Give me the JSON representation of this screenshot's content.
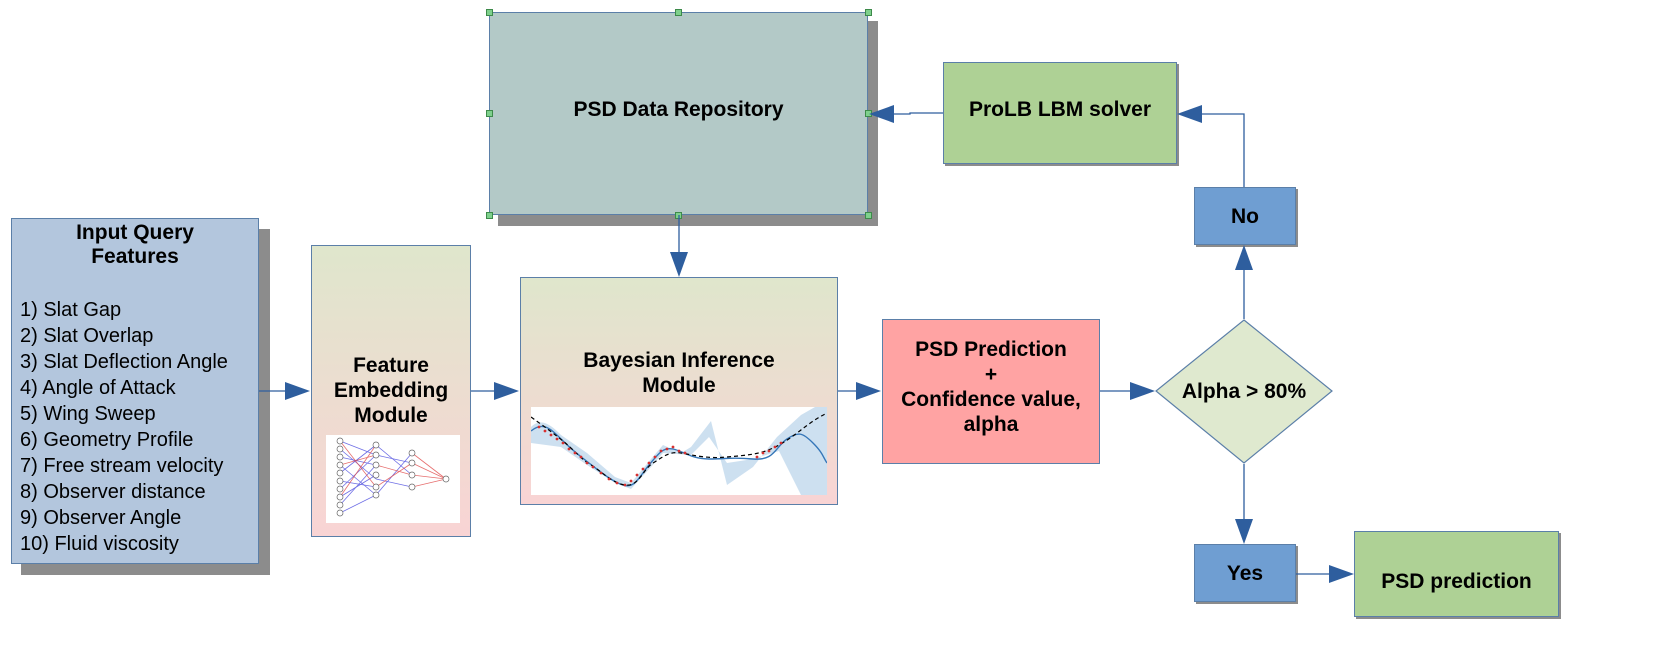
{
  "input_box": {
    "title": "Input Query\nFeatures",
    "features": [
      "1) Slat Gap",
      "2) Slat Overlap",
      "3) Slat Deflection Angle",
      "4) Angle of Attack",
      "5) Wing Sweep",
      "6) Geometry Profile",
      "7) Free stream velocity",
      "8) Observer distance",
      "9) Observer Angle",
      "10) Fluid viscosity"
    ]
  },
  "embedding_box": {
    "label": "Feature\nEmbedding\nModule"
  },
  "bayes_box": {
    "label": "Bayesian Inference\nModule"
  },
  "repository_box": {
    "label": "PSD Data Repository"
  },
  "solver_box": {
    "label": "ProLB LBM solver"
  },
  "prediction_box": {
    "label": "PSD Prediction\n+\nConfidence value,\nalpha"
  },
  "decision": {
    "label": "Alpha > 80%"
  },
  "no_box": {
    "label": "No"
  },
  "yes_box": {
    "label": "Yes"
  },
  "output_box": {
    "label": "PSD prediction"
  },
  "colors": {
    "input_fill": "#b3c6dd",
    "repository_fill": "#b3c9c7",
    "solver_fill": "#aed195",
    "prediction_fill": "#ffa3a3",
    "decision_fill": "#dfe9cf",
    "yes_no_fill": "#6f9ed2",
    "arrow": "#2e5e9e"
  }
}
